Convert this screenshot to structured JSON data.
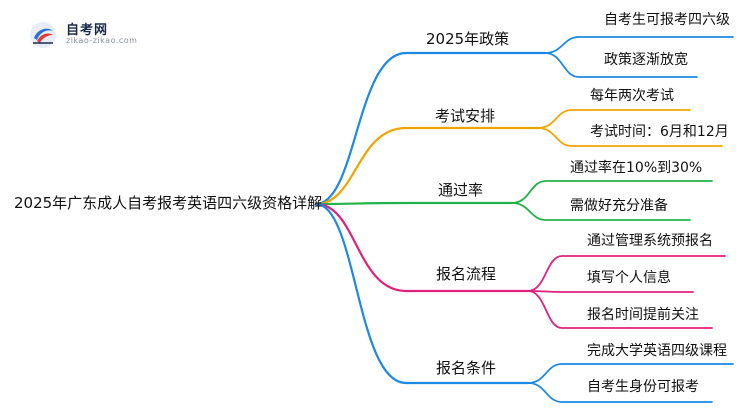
{
  "logo": {
    "title": "自考网",
    "subtitle": "zikao-zikao.com"
  },
  "mindmap": {
    "root": "2025年广东成人自考报考英语四六级资格详解",
    "branches": [
      {
        "label": "2025年政策",
        "color": "#1e88e5",
        "leaves": [
          "自考生可报考四六级",
          "政策逐渐放宽"
        ]
      },
      {
        "label": "考试安排",
        "color": "#f0a500",
        "leaves": [
          "每年两次考试",
          "考试时间：6月和12月"
        ]
      },
      {
        "label": "通过率",
        "color": "#22b24c",
        "leaves": [
          "通过率在10%到30%",
          "需做好充分准备"
        ]
      },
      {
        "label": "报名流程",
        "color": "#e0207a",
        "leaves": [
          "通过管理系统预报名",
          "填写个人信息",
          "报名时间提前关注"
        ]
      },
      {
        "label": "报名条件",
        "color": "#1e88e5",
        "leaves": [
          "完成大学英语四级课程",
          "自考生身份可报考"
        ]
      }
    ]
  }
}
